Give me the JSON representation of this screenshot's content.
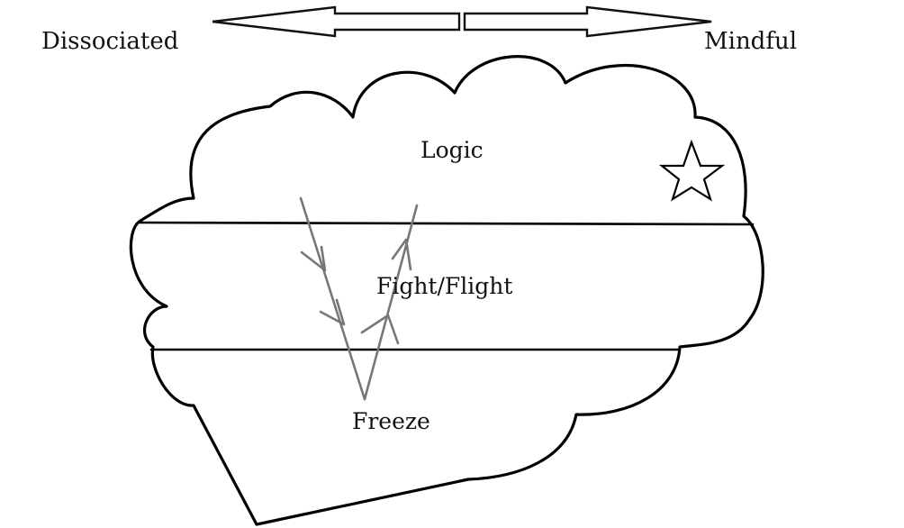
{
  "spectrum": {
    "left_label": "Dissociated",
    "right_label": "Mindful"
  },
  "brain_layers": {
    "top": "Logic",
    "middle": "Fight/Flight",
    "bottom": "Freeze"
  },
  "marker": {
    "icon": "star-icon"
  }
}
